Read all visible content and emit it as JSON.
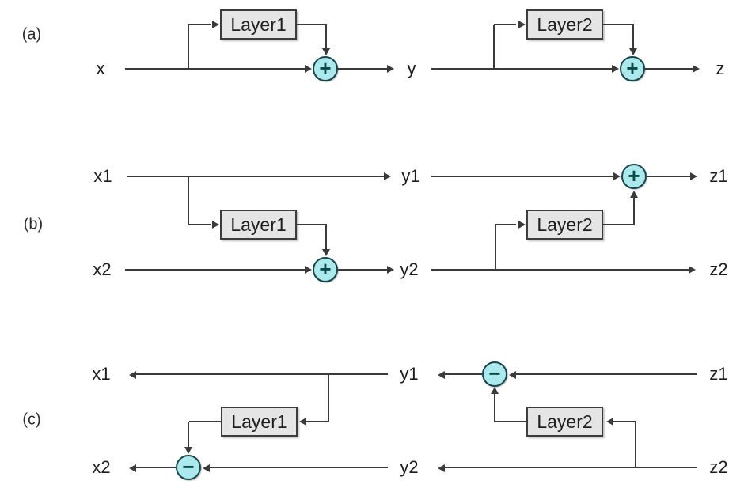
{
  "diagram": {
    "row_a": {
      "label": "(a)",
      "node_x": "x",
      "node_y": "y",
      "node_z": "z",
      "layer1": "Layer1",
      "layer2": "Layer2"
    },
    "row_b": {
      "label": "(b)",
      "node_x1": "x1",
      "node_y1": "y1",
      "node_z1": "z1",
      "node_x2": "x2",
      "node_y2": "y2",
      "node_z2": "z2",
      "layer1": "Layer1",
      "layer2": "Layer2"
    },
    "row_c": {
      "label": "(c)",
      "node_x1": "x1",
      "node_y1": "y1",
      "node_z1": "z1",
      "node_x2": "x2",
      "node_y2": "y2",
      "node_z2": "z2",
      "layer1": "Layer1",
      "layer2": "Layer2"
    },
    "operators": {
      "plus": "+",
      "minus": "−"
    },
    "colors": {
      "line": "#3a3a3a",
      "box_fill": "#e5e5e5",
      "box_border": "#3c3c3c",
      "circle_fill": "#abe9ed",
      "circle_border": "#17454c",
      "operator": "#0b474d",
      "background": "#ffffff"
    }
  }
}
